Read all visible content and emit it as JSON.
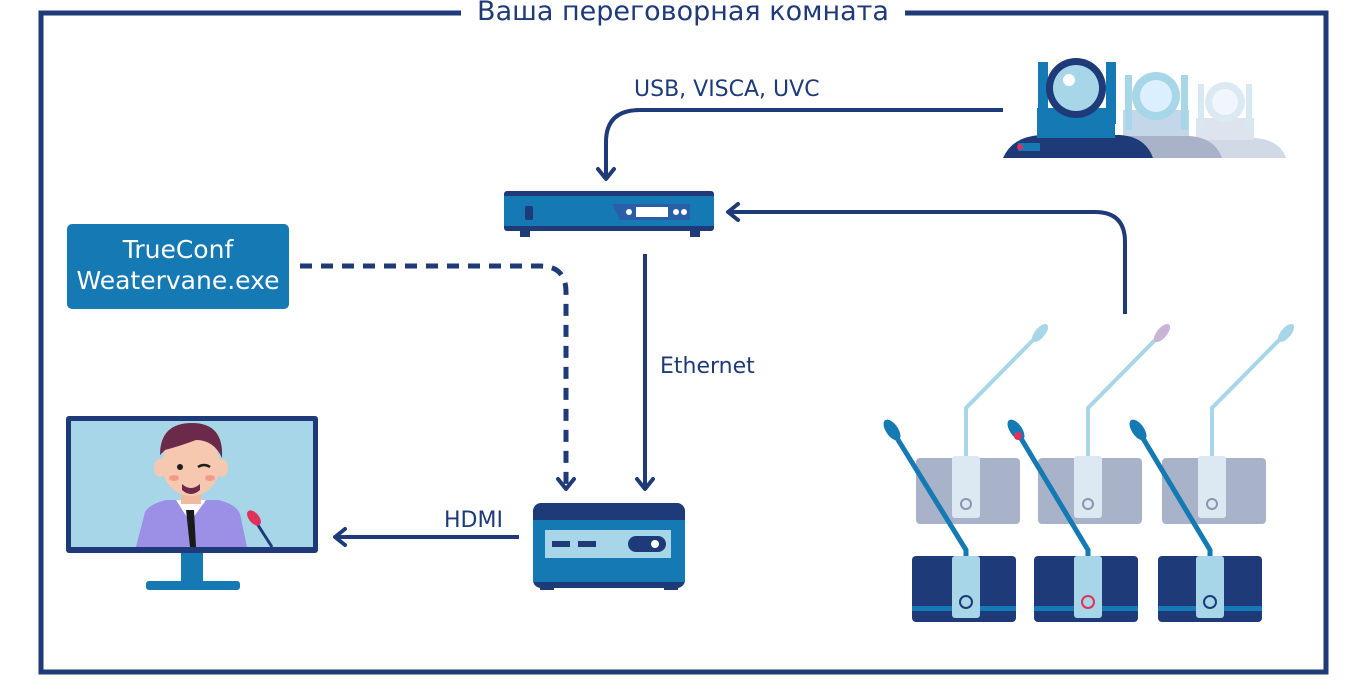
{
  "diagram": {
    "title": "Ваша переговорная комната",
    "app_box": {
      "line1": "TrueConf",
      "line2": "Weatervane.exe"
    },
    "labels": {
      "camera_link": "USB, VISCA, UVC",
      "network_link": "Ethernet",
      "display_link": "HDMI"
    },
    "colors": {
      "frame": "#1e3a78",
      "arrow": "#1e3a78",
      "accent_blue": "#1579b4",
      "light_blue": "#a6d6e8"
    }
  }
}
